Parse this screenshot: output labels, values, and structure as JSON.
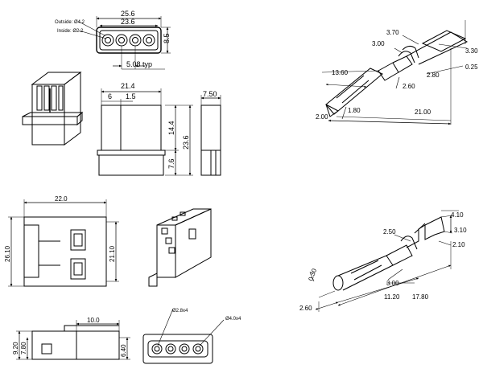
{
  "front_view": {
    "outside_label": "Outside: Ø4.2",
    "inside_label": "Inside: Ø2.2",
    "width_outer": "25.6",
    "width_inner": "23.6",
    "height": "8.5",
    "pitch": "5.08 typ"
  },
  "side_view": {
    "width": "21.4",
    "slot": "6",
    "wall": "1.5",
    "upper_height": "14.4",
    "total_height": "23.6",
    "lower_height": "7.6"
  },
  "end_view": {
    "width": "7.50"
  },
  "male_terminal": {
    "d_3_70": "3.70",
    "d_3_00": "3.00",
    "d_3_30": "3.30",
    "d_13_60": "13.60",
    "d_0_25": "0.25",
    "d_2_80": "2.80",
    "d_2_60": "2.60",
    "d_1_80": "1.80",
    "d_2_00": "2.00",
    "d_21_00": "21.00"
  },
  "female_terminal": {
    "d_4_10": "4.10",
    "d_3_10": "3.10",
    "d_2_50": "2.50",
    "d_2_10": "2.10",
    "d_3_00": "3.00",
    "d_0_30": "0.30",
    "d_2_60": "2.60",
    "d_11_20": "11.20",
    "d_17_80": "17.80"
  },
  "male_housing": {
    "width": "22.0",
    "height_outer": "26.10",
    "height_inner": "21.10"
  },
  "bottom_side": {
    "d_9_20": "9.20",
    "d_7_80": "7.80",
    "d_10_0": "10.0",
    "d_6_40": "6.40"
  },
  "bottom_front": {
    "pin_label": "Ø2.8x4",
    "hole_label": "Ø4.0x4"
  }
}
